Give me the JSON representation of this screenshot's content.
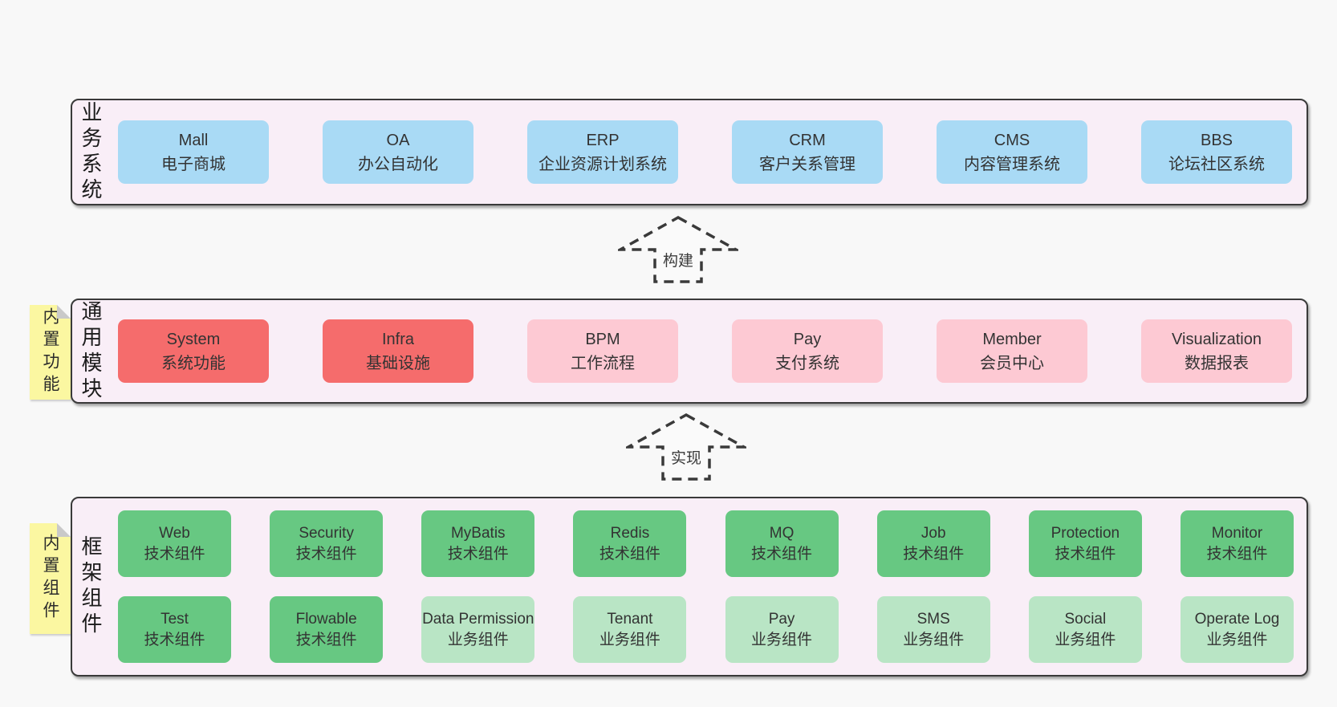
{
  "diagram": {
    "layers": {
      "business": {
        "label": "业务系统",
        "boxes": [
          {
            "title": "Mall",
            "subtitle": "电子商城"
          },
          {
            "title": "OA",
            "subtitle": "办公自动化"
          },
          {
            "title": "ERP",
            "subtitle": "企业资源计划系统"
          },
          {
            "title": "CRM",
            "subtitle": "客户关系管理"
          },
          {
            "title": "CMS",
            "subtitle": "内容管理系统"
          },
          {
            "title": "BBS",
            "subtitle": "论坛社区系统"
          }
        ]
      },
      "modules": {
        "label": "通用模块",
        "sticky": "内置功能",
        "boxes": [
          {
            "title": "System",
            "subtitle": "系统功能"
          },
          {
            "title": "Infra",
            "subtitle": "基础设施"
          },
          {
            "title": "BPM",
            "subtitle": "工作流程"
          },
          {
            "title": "Pay",
            "subtitle": "支付系统"
          },
          {
            "title": "Member",
            "subtitle": "会员中心"
          },
          {
            "title": "Visualization",
            "subtitle": "数据报表"
          }
        ]
      },
      "components": {
        "label": "框架组件",
        "sticky": "内置组件",
        "row1": [
          {
            "title": "Web",
            "subtitle": "技术组件"
          },
          {
            "title": "Security",
            "subtitle": "技术组件"
          },
          {
            "title": "MyBatis",
            "subtitle": "技术组件"
          },
          {
            "title": "Redis",
            "subtitle": "技术组件"
          },
          {
            "title": "MQ",
            "subtitle": "技术组件"
          },
          {
            "title": "Job",
            "subtitle": "技术组件"
          },
          {
            "title": "Protection",
            "subtitle": "技术组件"
          },
          {
            "title": "Monitor",
            "subtitle": "技术组件"
          }
        ],
        "row2": [
          {
            "title": "Test",
            "subtitle": "技术组件"
          },
          {
            "title": "Flowable",
            "subtitle": "技术组件"
          },
          {
            "title": "Data Permission",
            "subtitle": "业务组件"
          },
          {
            "title": "Tenant",
            "subtitle": "业务组件"
          },
          {
            "title": "Pay",
            "subtitle": "业务组件"
          },
          {
            "title": "SMS",
            "subtitle": "业务组件"
          },
          {
            "title": "Social",
            "subtitle": "业务组件"
          },
          {
            "title": "Operate Log",
            "subtitle": "业务组件"
          }
        ]
      }
    },
    "arrows": {
      "build": "构建",
      "implement": "实现"
    },
    "colors": {
      "page_bg": "#f8f8f8",
      "panel_bg": "#f9eef7",
      "panel_border": "#3a3a3a",
      "business_box": "#a9daf5",
      "core_module_box": "#f56c6c",
      "optional_module_box": "#fdc9d3",
      "tech_component_box": "#67c882",
      "biz_component_box": "#b9e5c5",
      "sticky_note": "#fbf7a1",
      "text": "#333333"
    }
  }
}
